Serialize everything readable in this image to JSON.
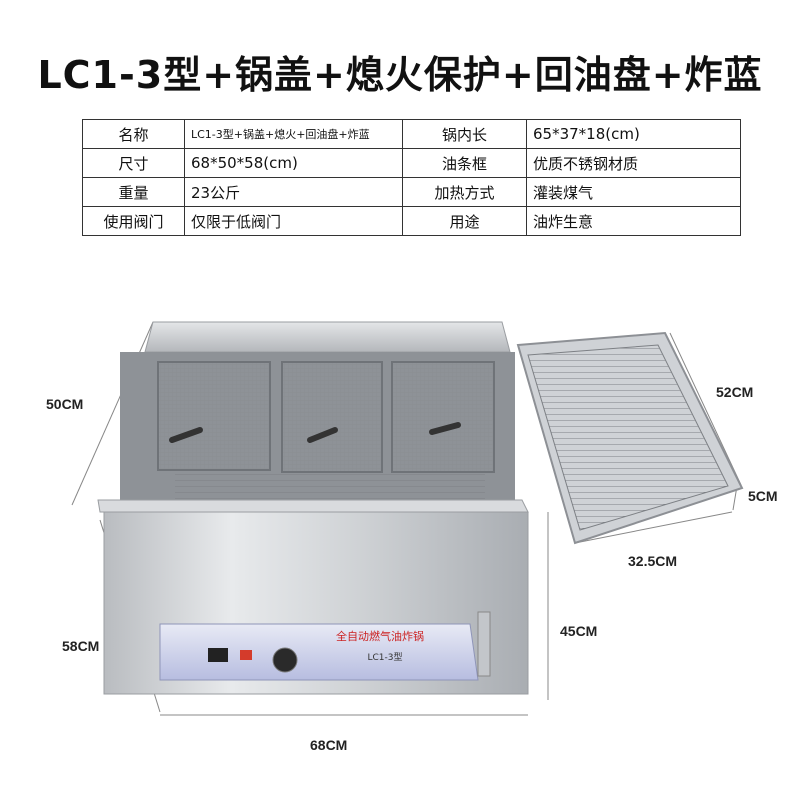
{
  "title": "LC1-3型+锅盖+熄火保护+回油盘+炸蓝",
  "specs": [
    {
      "label1": "名称",
      "value1": "LC1-3型+锅盖+熄火+回油盘+炸蓝",
      "label2": "锅内长",
      "value2": "65*37*18(cm)"
    },
    {
      "label1": "尺寸",
      "value1": "68*50*58(cm)",
      "label2": "油条框",
      "value2": "优质不锈钢材质"
    },
    {
      "label1": "重量",
      "value1": "23公斤",
      "label2": "加热方式",
      "value2": "灌装煤气"
    },
    {
      "label1": "使用阀门",
      "value1": "仅限于低阀门",
      "label2": "用途",
      "value2": "油炸生意"
    }
  ],
  "dimensions": {
    "height_top": "50CM",
    "height_total": "58CM",
    "width": "68CM",
    "tray_length": "52CM",
    "tray_height": "5CM",
    "tray_width": "32.5CM",
    "body_height": "45CM"
  },
  "panel": {
    "brand_text": "全自动燃气油炸锅",
    "model": "LC1-3型"
  }
}
